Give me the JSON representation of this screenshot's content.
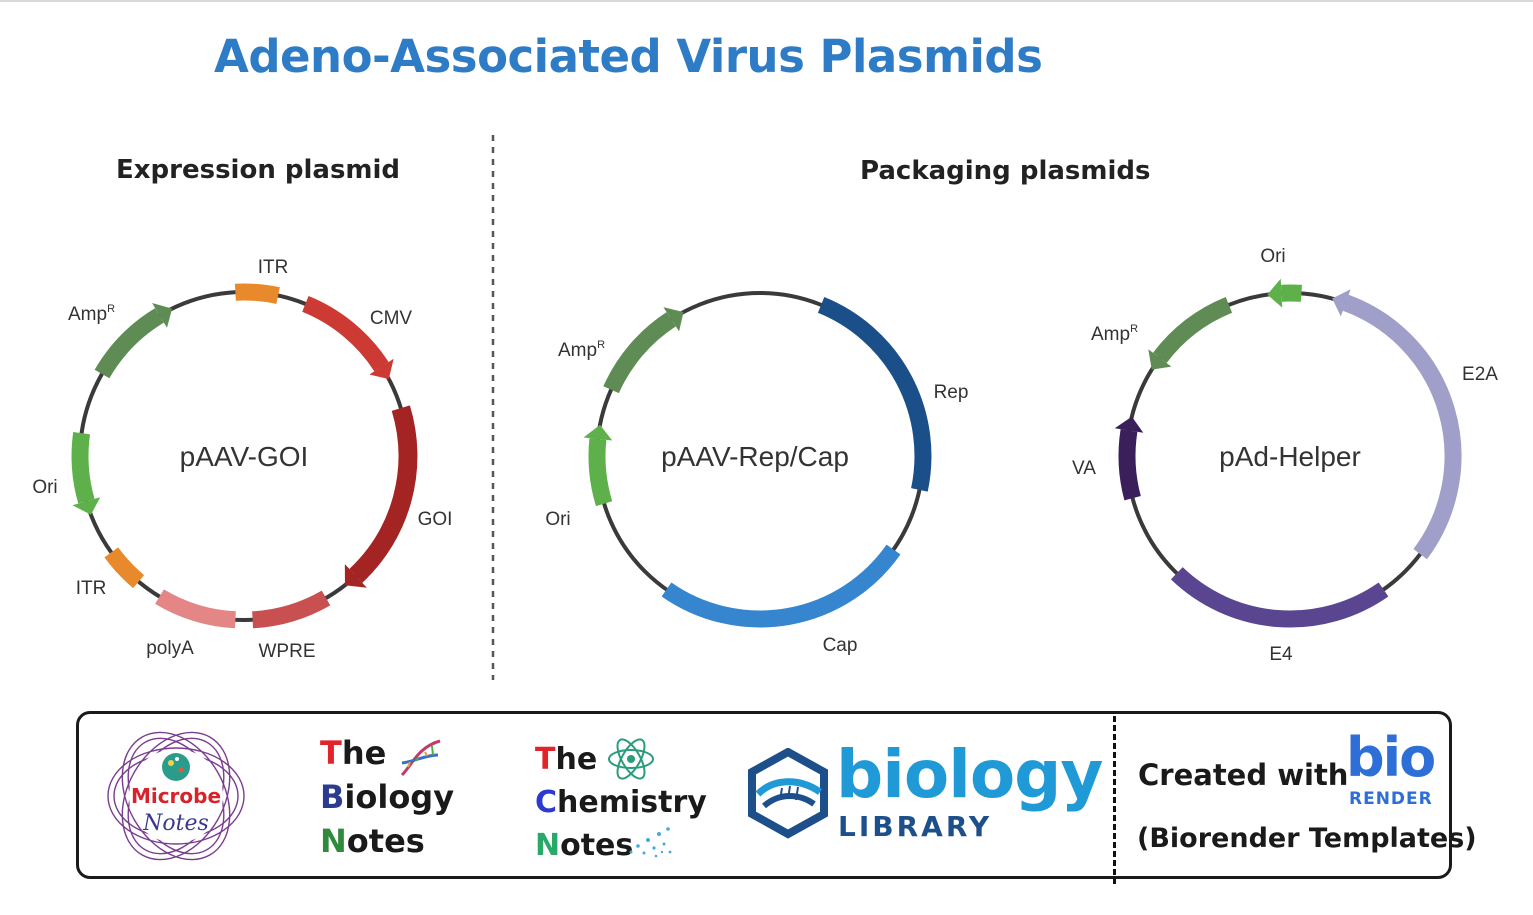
{
  "title": "Adeno-Associated Virus Plasmids",
  "sections": {
    "expression": "Expression plasmid",
    "packaging": "Packaging plasmids"
  },
  "plasmids": [
    {
      "name": "pAAV-GOI",
      "elements": [
        {
          "label": "ITR",
          "color": "#e8892c"
        },
        {
          "label": "CMV",
          "color": "#cc3a33"
        },
        {
          "label": "GOI",
          "color": "#a32422"
        },
        {
          "label": "WPRE",
          "color": "#c85050"
        },
        {
          "label": "polyA",
          "color": "#e48686"
        },
        {
          "label": "ITR",
          "color": "#e8892c"
        },
        {
          "label": "Ori",
          "color": "#5eb14a"
        },
        {
          "label": "Amp",
          "superscript": "R",
          "color": "#5f8c54"
        }
      ]
    },
    {
      "name": "pAAV-Rep/Cap",
      "elements": [
        {
          "label": "Rep",
          "color": "#1b4f8a"
        },
        {
          "label": "Cap",
          "color": "#3585cf"
        },
        {
          "label": "Ori",
          "color": "#5eb14a"
        },
        {
          "label": "Amp",
          "superscript": "R",
          "color": "#5f8c54"
        }
      ]
    },
    {
      "name": "pAd-Helper",
      "elements": [
        {
          "label": "Ori",
          "color": "#5eb14a"
        },
        {
          "label": "E2A",
          "color": "#a09fc9"
        },
        {
          "label": "E4",
          "color": "#5a4690"
        },
        {
          "label": "VA",
          "color": "#3a1f5a"
        },
        {
          "label": "Amp",
          "superscript": "R",
          "color": "#5f8c54"
        }
      ]
    }
  ],
  "logos": {
    "microbe_notes": {
      "line1": "Microbe",
      "line2": "Notes"
    },
    "biology_notes": {
      "line1": "The",
      "line2": "Biology",
      "line3": "Notes"
    },
    "chemistry_notes": {
      "line1": "The",
      "line2": "Chemistry",
      "line3": "Notes"
    },
    "biology_library": {
      "word": "biology",
      "sub": "LIBRARY"
    },
    "biorender": {
      "created_with": "Created with",
      "bio": "bio",
      "render": "RENDER",
      "templates": "(Biorender Templates)"
    }
  }
}
